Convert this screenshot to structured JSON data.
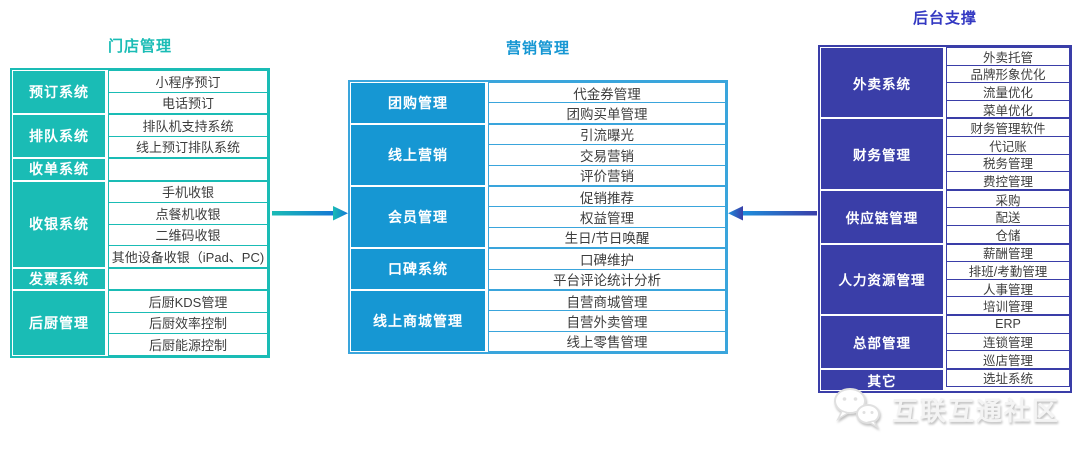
{
  "page": {
    "background": "#ffffff"
  },
  "columns": [
    {
      "title": "门店管理",
      "accent": "#1abcb5",
      "border": "#1abcb5",
      "title_color": "#1abcb5",
      "sections": [
        {
          "label": "预订系统",
          "items": [
            "小程序预订",
            "电话预订"
          ]
        },
        {
          "label": "排队系统",
          "items": [
            "排队机支持系统",
            "线上预订排队系统"
          ]
        },
        {
          "label": "收单系统",
          "items": [
            ""
          ]
        },
        {
          "label": "收银系统",
          "items": [
            "手机收银",
            "点餐机收银",
            "二维码收银",
            "其他设备收银（iPad、PC)"
          ]
        },
        {
          "label": "发票系统",
          "items": [
            ""
          ]
        },
        {
          "label": "后厨管理",
          "items": [
            "后厨KDS管理",
            "后厨效率控制",
            "后厨能源控制"
          ]
        }
      ]
    },
    {
      "title": "营销管理",
      "accent": "#1697d3",
      "border": "#3aa5dc",
      "title_color": "#1697d3",
      "sections": [
        {
          "label": "团购管理",
          "items": [
            "代金券管理",
            "团购买单管理"
          ]
        },
        {
          "label": "线上营销",
          "items": [
            "引流曝光",
            "交易营销",
            "评价营销"
          ]
        },
        {
          "label": "会员管理",
          "items": [
            "促销推荐",
            "权益管理",
            "生日/节日唤醒"
          ]
        },
        {
          "label": "口碑系统",
          "items": [
            "口碑维护",
            "平台评论统计分析"
          ]
        },
        {
          "label": "线上商城管理",
          "items": [
            "自营商城管理",
            "自营外卖管理",
            "线上零售管理"
          ]
        }
      ]
    },
    {
      "title": "后台支撑",
      "accent": "#3a3ea8",
      "border": "#3a3ea8",
      "title_color": "#3338c2",
      "sections": [
        {
          "label": "外卖系统",
          "items": [
            "外卖托管",
            "品牌形象优化",
            "流量优化",
            "菜单优化"
          ]
        },
        {
          "label": "财务管理",
          "items": [
            "财务管理软件",
            "代记账",
            "税务管理",
            "费控管理"
          ]
        },
        {
          "label": "供应链管理",
          "items": [
            "采购",
            "配送",
            "仓储"
          ]
        },
        {
          "label": "人力资源管理",
          "items": [
            "薪酬管理",
            "排班/考勤管理",
            "人事管理",
            "培训管理"
          ]
        },
        {
          "label": "总部管理",
          "items": [
            "ERP",
            "连锁管理",
            "巡店管理"
          ]
        },
        {
          "label": "其它",
          "items": [
            "选址系统"
          ]
        }
      ]
    }
  ],
  "arrows": [
    {
      "id": "store-to-marketing",
      "direction": "right",
      "from": "门店管理",
      "to": "营销管理",
      "color_start": "#1abcb5",
      "color_end": "#1476d6"
    },
    {
      "id": "backend-to-marketing",
      "direction": "left",
      "from": "后台支撑",
      "to": "营销管理",
      "color_start": "#1e8fdc",
      "color_end": "#3a3ea8"
    }
  ],
  "watermark": {
    "text": "互联互通社区",
    "icon": "wechat-logo-icon"
  }
}
